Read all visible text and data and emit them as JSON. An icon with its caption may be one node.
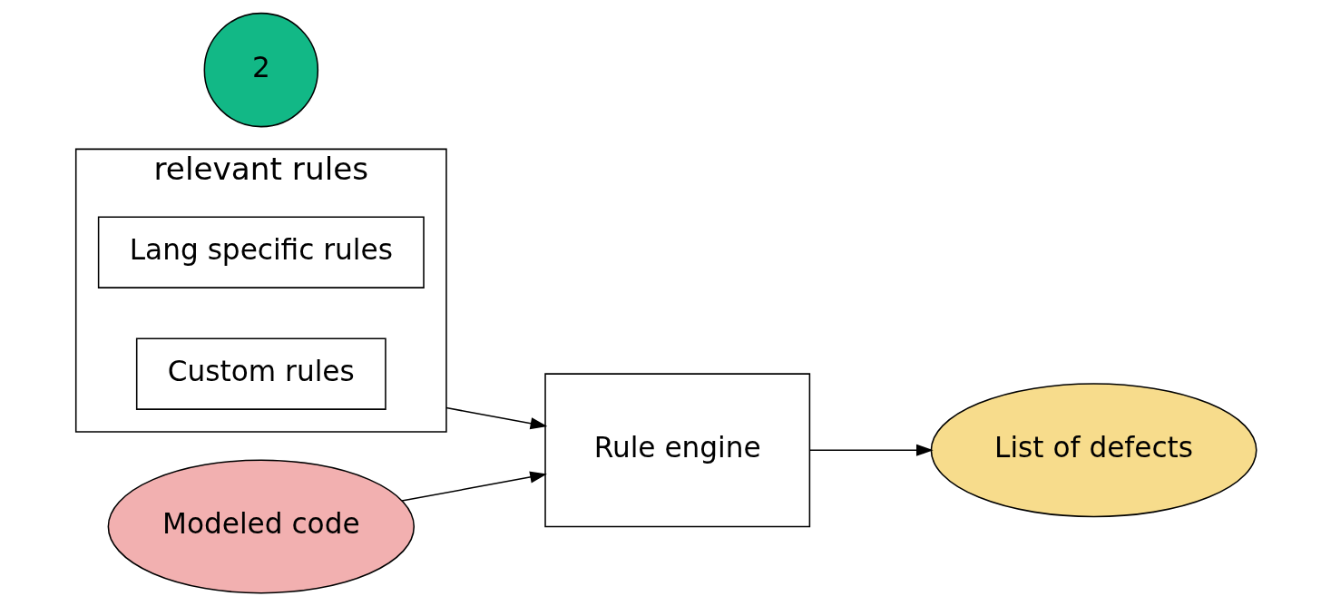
{
  "diagram": {
    "nodes": [
      {
        "text": [
          "relevant rules"
        ]
      },
      {
        "text": [
          "Lang specific rules"
        ],
        "in": 0
      },
      {
        "text": [
          "Custom rules"
        ],
        "in": 0
      },
      {
        "text": [
          "Rule engine"
        ]
      },
      {
        "text": [
          "List of defects"
        ]
      },
      {
        "text": [
          "Modeled code"
        ]
      },
      {
        "text": [
          "2"
        ]
      }
    ],
    "edges": [
      {
        "from": 0,
        "to": 3,
        "arrow": "to"
      },
      {
        "from": 5,
        "to": 3,
        "arrow": "to"
      },
      {
        "from": 3,
        "to": 4,
        "arrow": "to"
      }
    ]
  }
}
